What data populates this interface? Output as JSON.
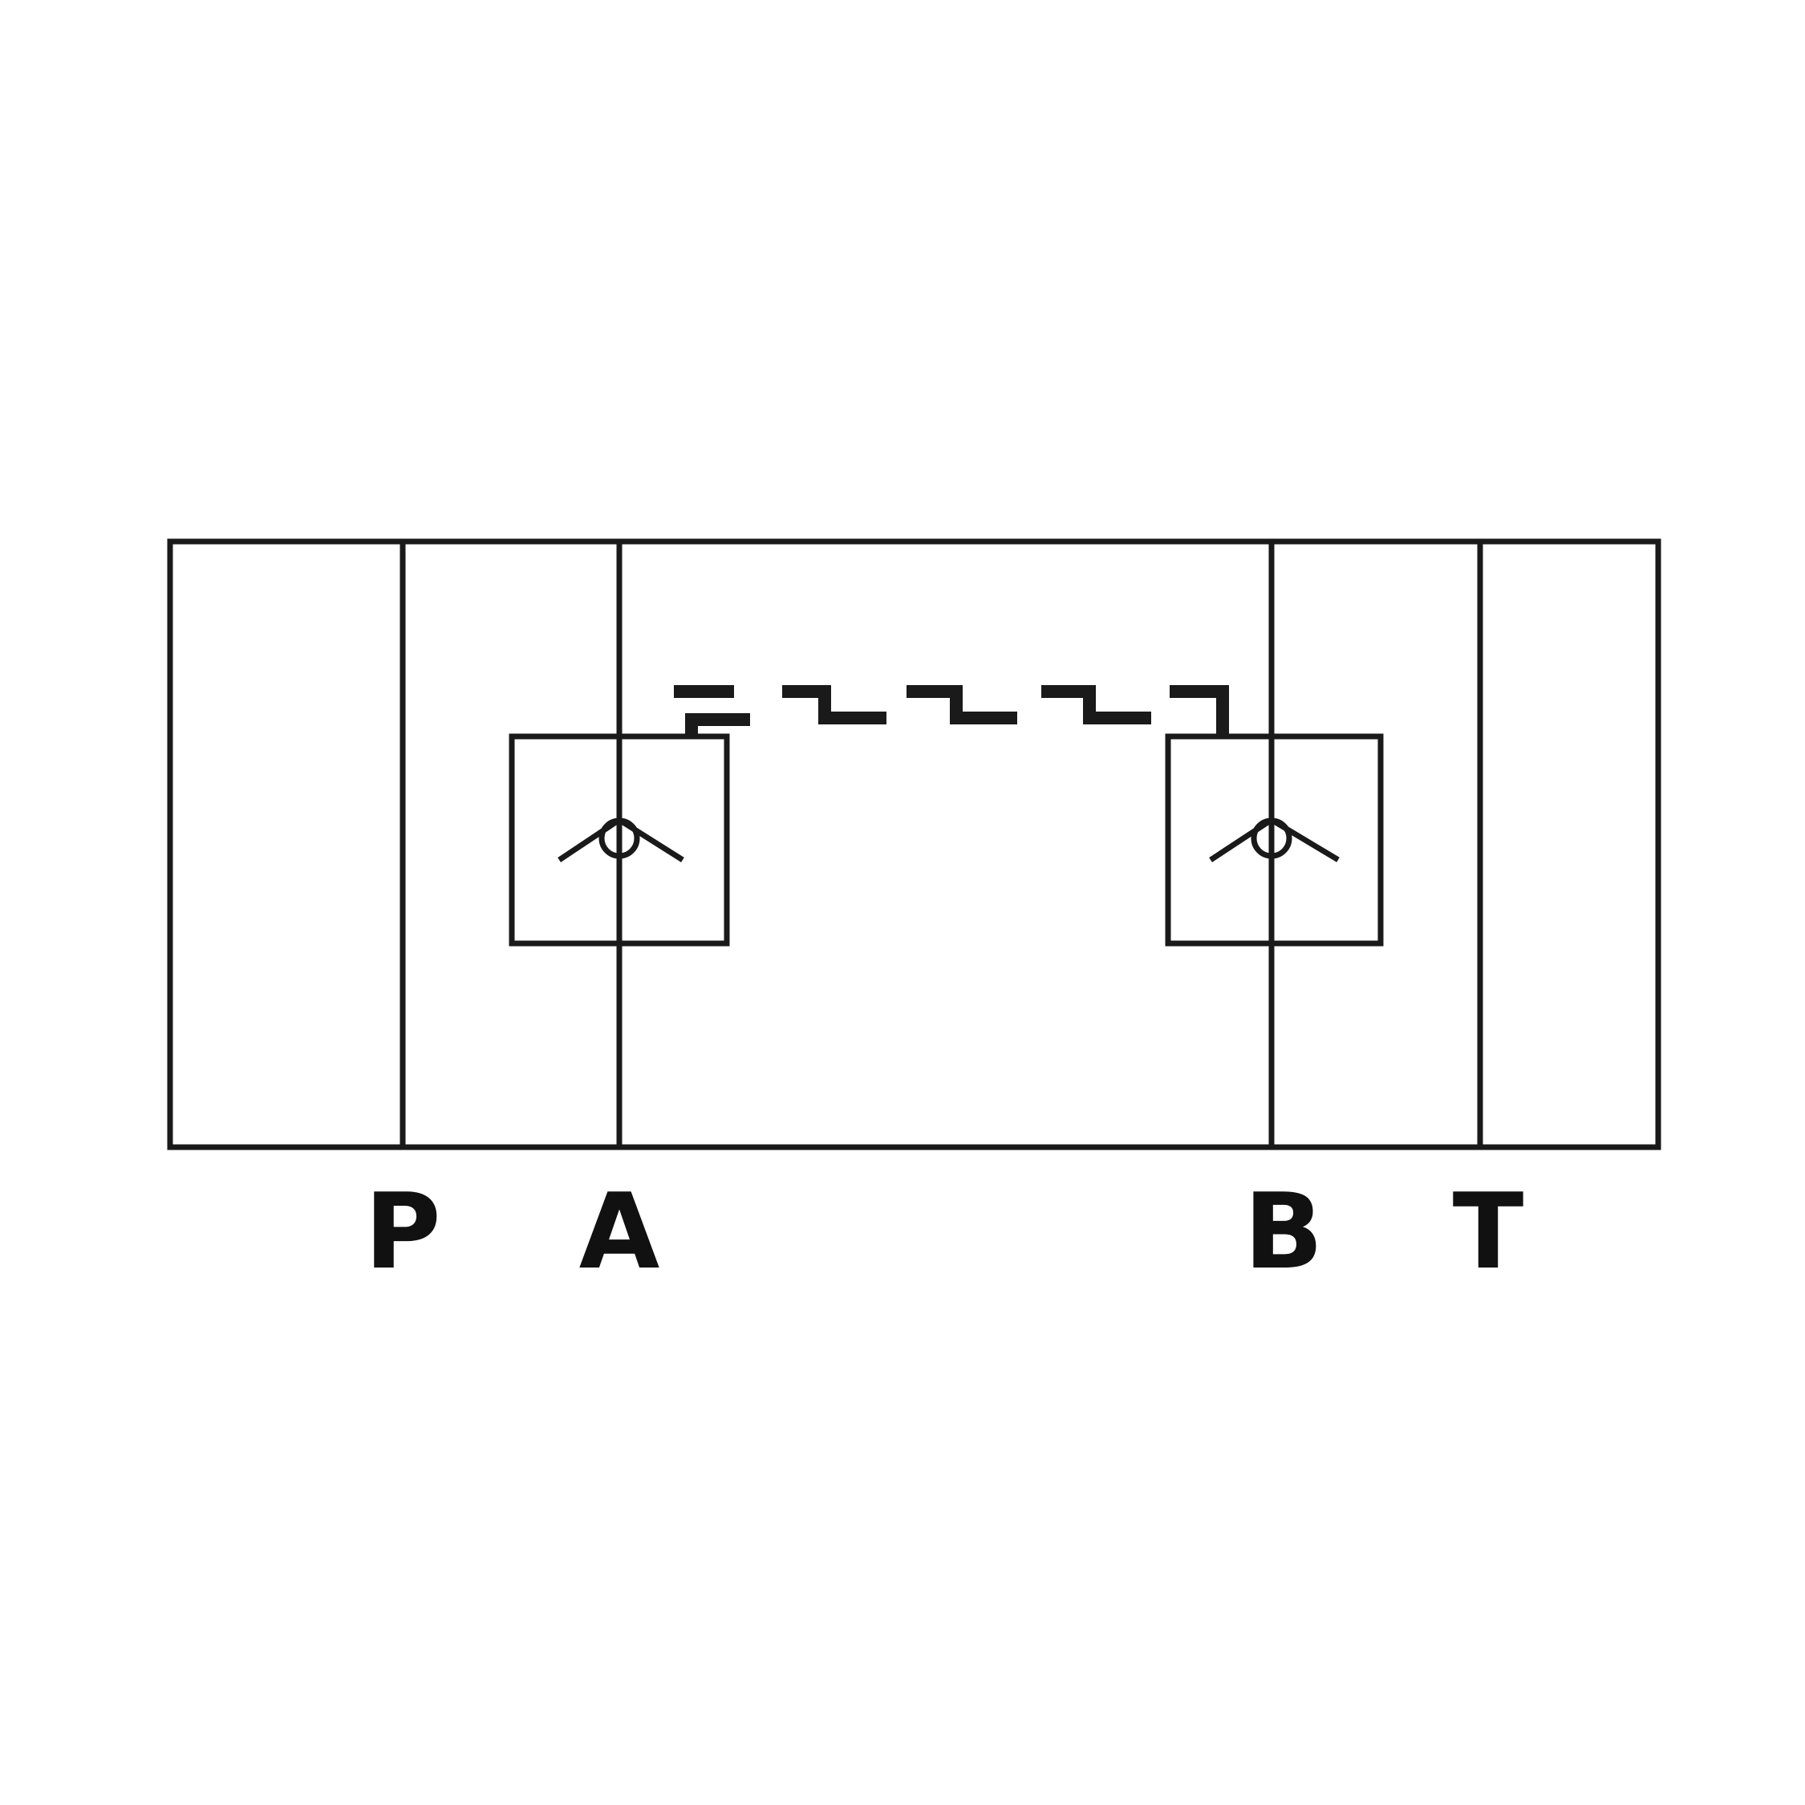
{
  "diagram": {
    "line_color": "#1a1a1a",
    "background": "#ffffff",
    "ports": [
      {
        "id": "P",
        "label": "P"
      },
      {
        "id": "A",
        "label": "A"
      },
      {
        "id": "B",
        "label": "B"
      },
      {
        "id": "T",
        "label": "T"
      }
    ],
    "components": [
      {
        "id": "check-valve-a",
        "type": "pilot-operated-check-valve",
        "line": "A"
      },
      {
        "id": "check-valve-b",
        "type": "pilot-operated-check-valve",
        "line": "B"
      }
    ],
    "pilot_line": {
      "style": "dashed",
      "connects": [
        "check-valve-a",
        "check-valve-b"
      ]
    }
  }
}
